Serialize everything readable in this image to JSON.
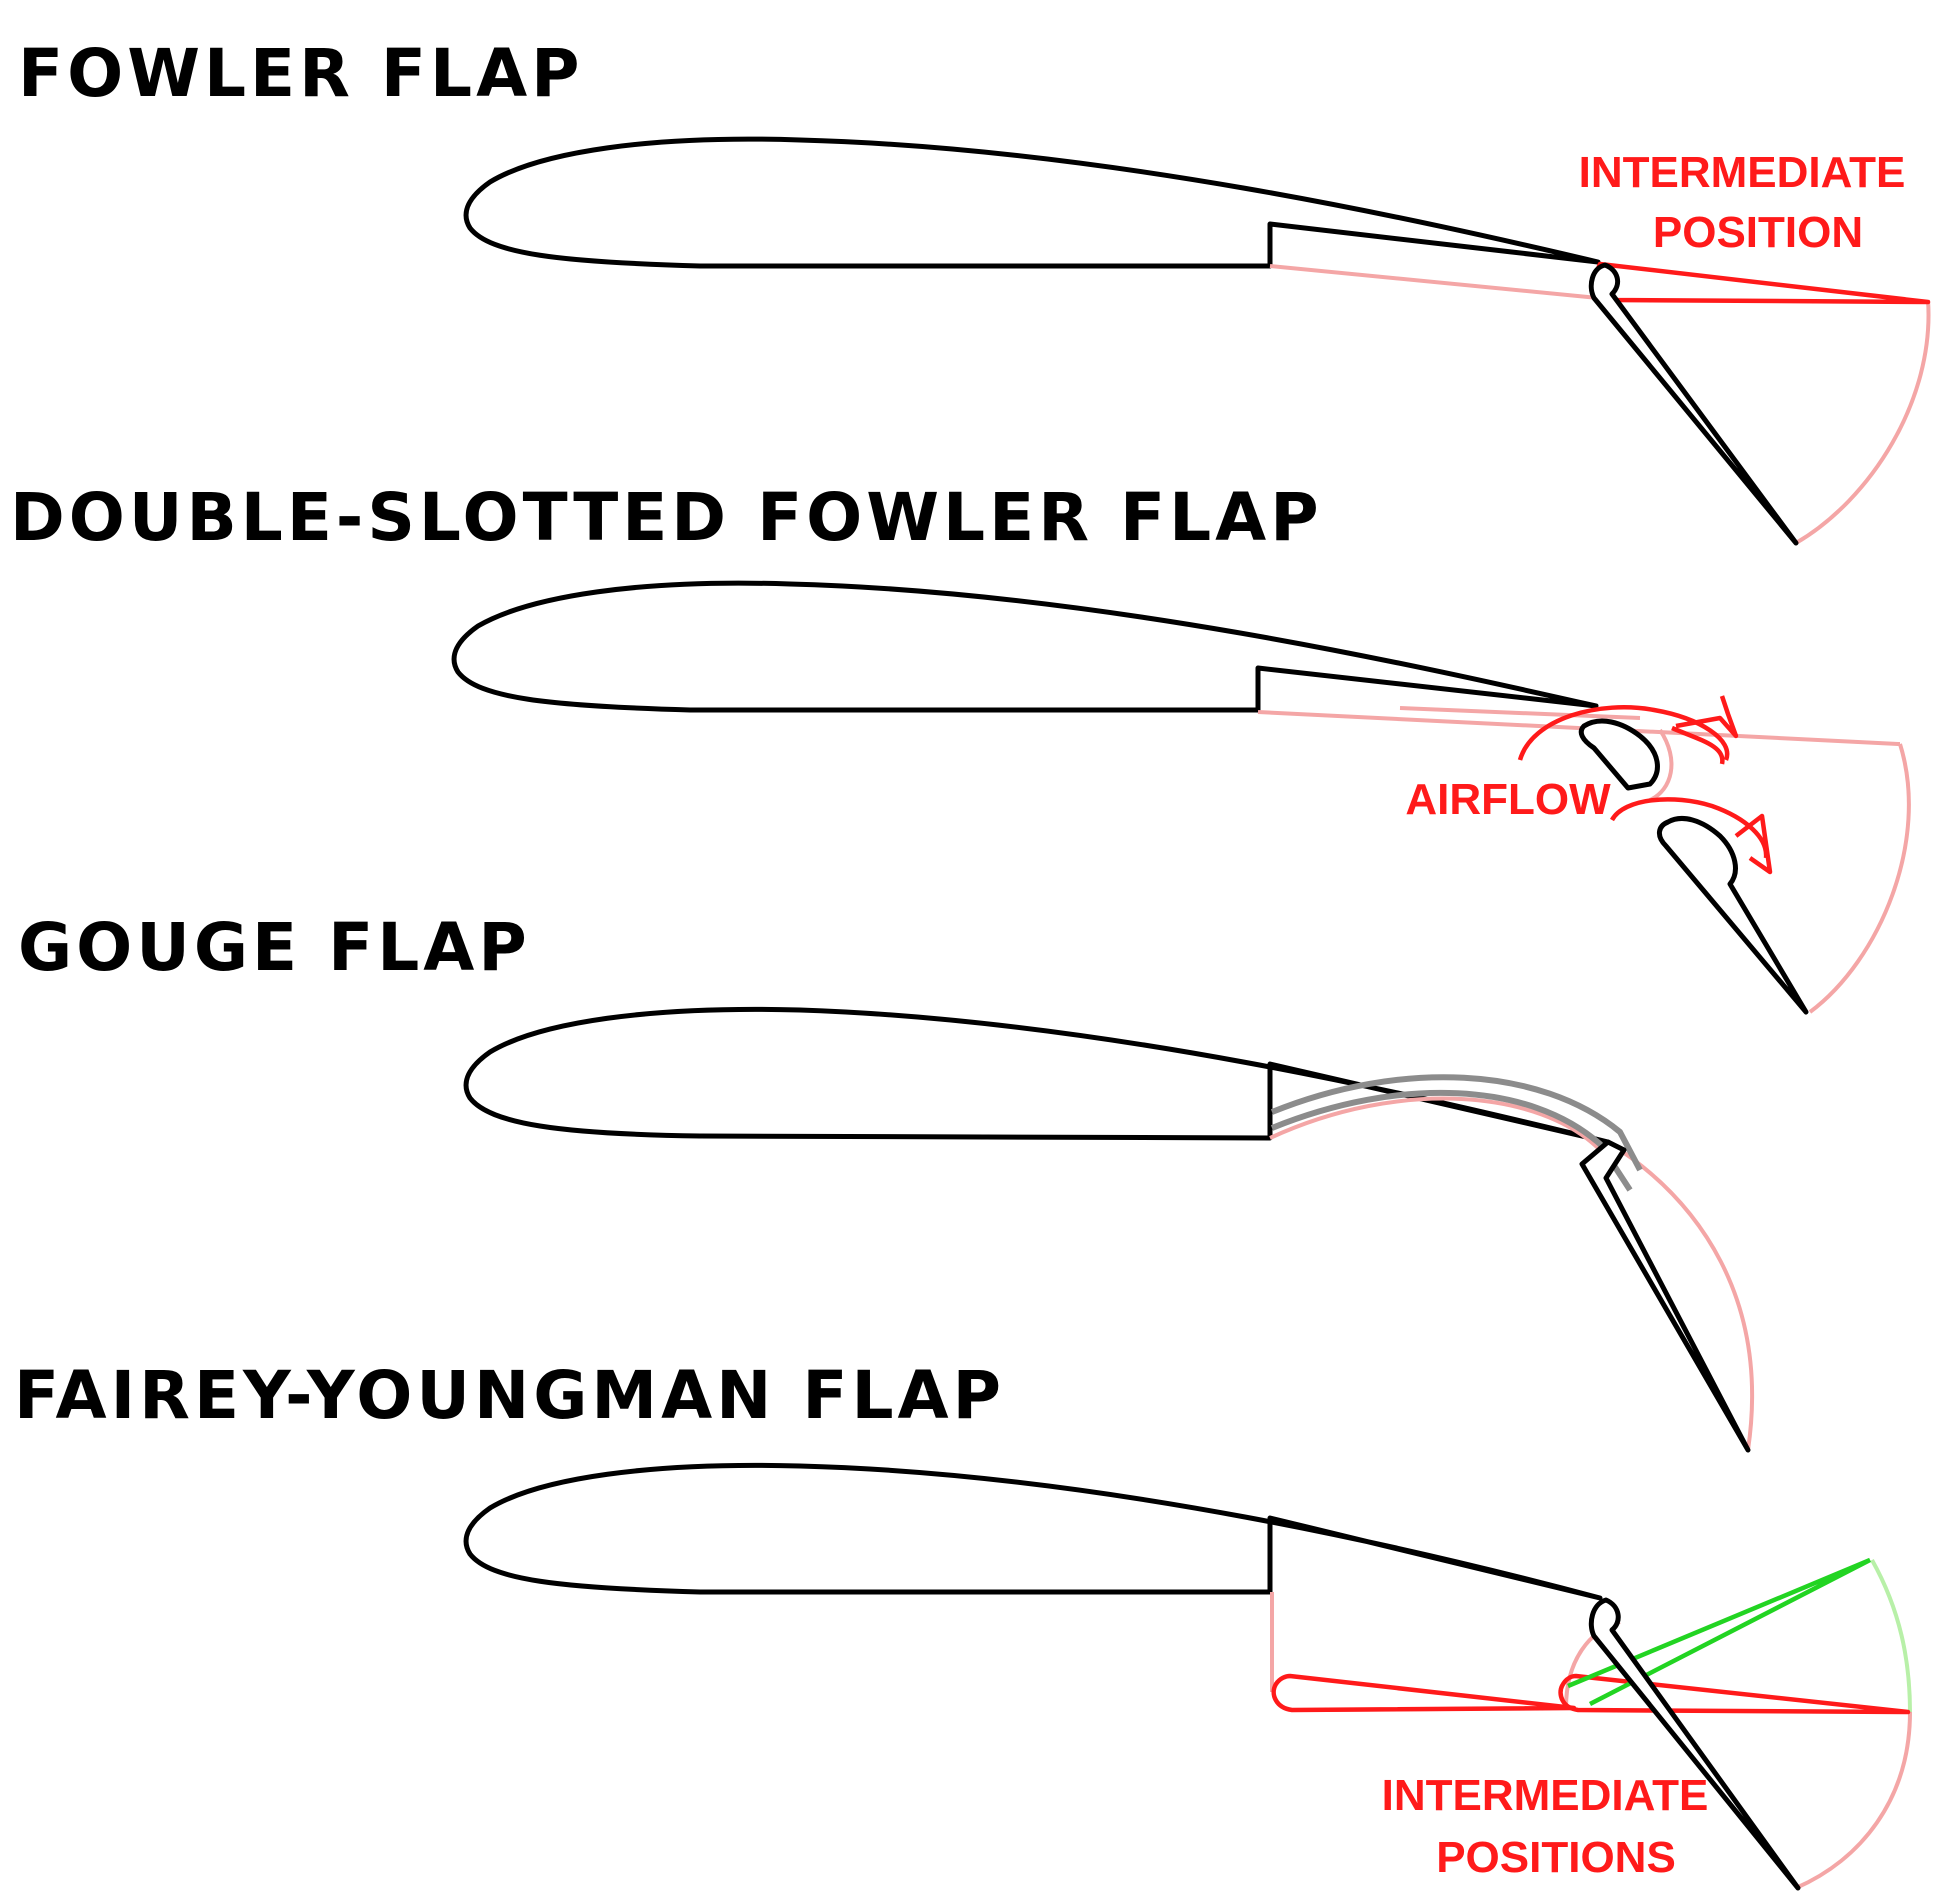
{
  "panels": [
    {
      "title": "FOWLER FLAP",
      "annotation_lines": [
        "INTERMEDIATE",
        "POSITION"
      ]
    },
    {
      "title": "DOUBLE-SLOTTED FOWLER FLAP",
      "annotation_lines": [
        "AIRFLOW"
      ]
    },
    {
      "title": "GOUGE FLAP",
      "annotation_lines": []
    },
    {
      "title": "FAIREY-YOUNGMAN FLAP",
      "annotation_lines": [
        "INTERMEDIATE",
        "POSITIONS"
      ]
    }
  ],
  "colors": {
    "outline": "#000000",
    "extended_position": "#ff1a1a",
    "faded_path": "#f4a6a6",
    "intermediate_green": "#22d422",
    "gouge_track": "#8c8c8c"
  }
}
